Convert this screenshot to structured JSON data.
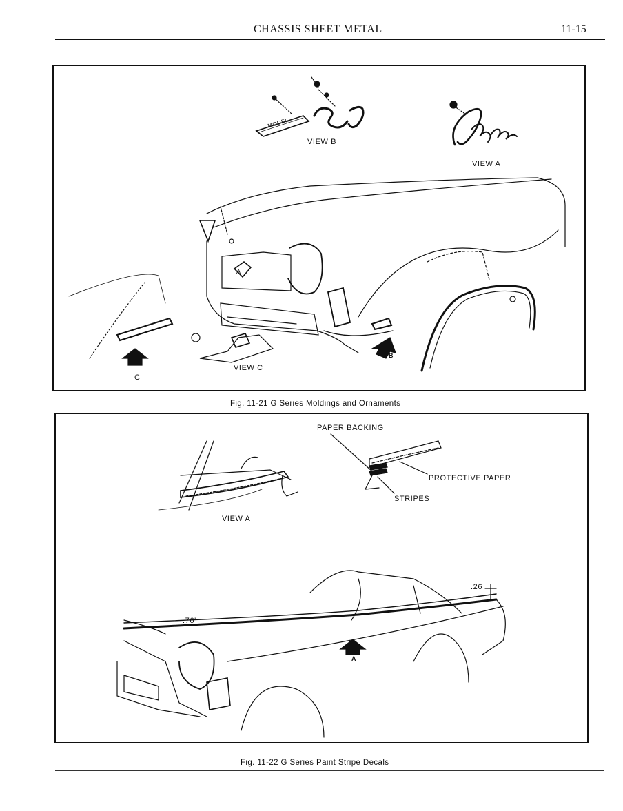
{
  "header": {
    "title": "CHASSIS SHEET METAL",
    "page_number": "11-15"
  },
  "figure_1": {
    "labels": {
      "view_b": "VIEW B",
      "view_a": "VIEW A",
      "view_c": "VIEW C",
      "arrow_c": "C",
      "arrow_b": "B",
      "arrow_a": "A",
      "emblem_model": "MODEL",
      "emblem_sj": "SJ"
    },
    "caption": "Fig. 11-21 G Series Moldings and Ornaments"
  },
  "figure_2": {
    "labels": {
      "paper_backing": "PAPER BACKING",
      "protective_paper": "PROTECTIVE PAPER",
      "stripes": "STRIPES",
      "view_a": "VIEW A",
      "dim_rear": ".26",
      "dim_front": ".76'",
      "arrow_a": "A"
    },
    "caption": "Fig. 11-22 G Series Paint Stripe Decals"
  }
}
